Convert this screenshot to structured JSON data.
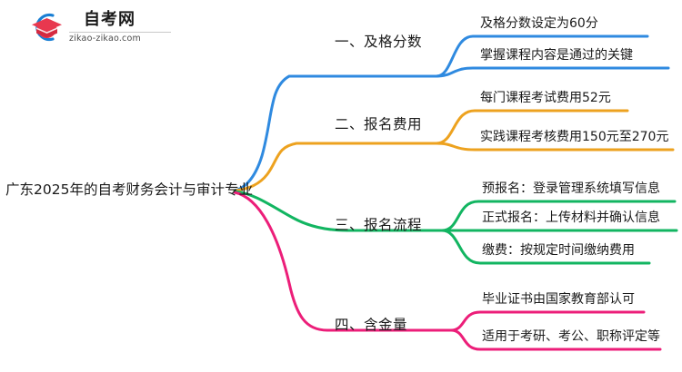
{
  "logo": {
    "name": "zikao-logo",
    "title": "自考网",
    "domain": "zikao-zikao.com",
    "mark_icon": "graduation-cap-icon",
    "arc_color": "#1a7fd4",
    "cap_color": "#e8384f"
  },
  "mindmap": {
    "root": {
      "text": "广东2025年的自考财务会计与审计专业"
    },
    "branches": [
      {
        "label": "一、及格分数",
        "color": "#2f8ae0",
        "children": [
          {
            "text": "及格分数设定为60分"
          },
          {
            "text": "掌握课程内容是通过的关键"
          }
        ]
      },
      {
        "label": "二、报名费用",
        "color": "#eda21f",
        "children": [
          {
            "text": "每门课程考试费用52元"
          },
          {
            "text": "实践课程考核费用150元至270元"
          }
        ]
      },
      {
        "label": "三、报名流程",
        "color": "#12b561",
        "children": [
          {
            "text": "预报名：登录管理系统填写信息"
          },
          {
            "text": "正式报名：上传材料并确认信息"
          },
          {
            "text": "缴费：按规定时间缴纳费用"
          }
        ]
      },
      {
        "label": "四、含金量",
        "color": "#ec1e79",
        "children": [
          {
            "text": "毕业证书由国家教育部认可"
          },
          {
            "text": "适用于考研、考公、职称评定等"
          }
        ]
      }
    ]
  }
}
